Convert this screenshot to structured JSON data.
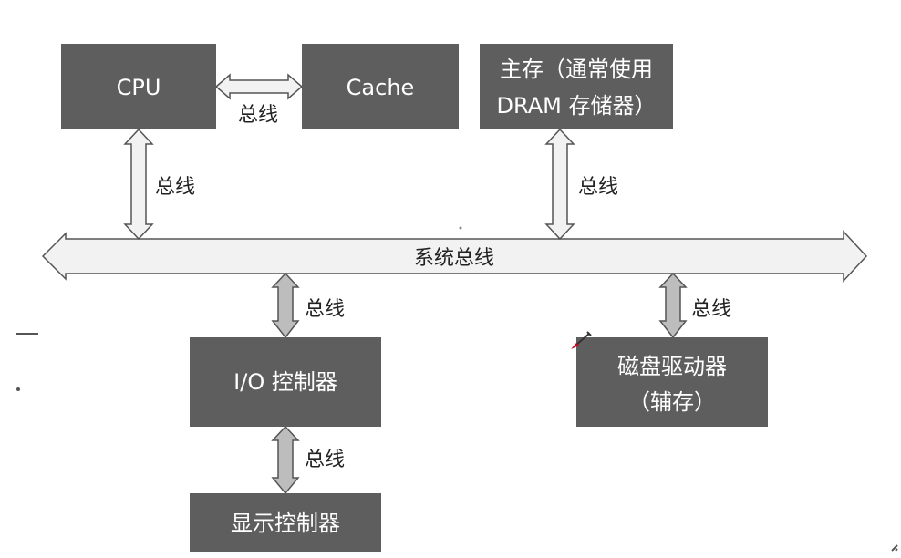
{
  "components": {
    "cpu": "CPU",
    "cache": "Cache",
    "main_memory_line1": "主存（通常使用",
    "main_memory_line2": "DRAM 存储器）",
    "io_controller": "I/O 控制器",
    "disk_drive_line1": "磁盘驱动器",
    "disk_drive_line2": "（辅存）",
    "display_controller": "显示控制器"
  },
  "buses": {
    "system_bus": "系统总线",
    "cpu_cache": "总线",
    "cpu_system": "总线",
    "memory_system": "总线",
    "io_system": "总线",
    "disk_system": "总线",
    "io_display": "总线"
  }
}
